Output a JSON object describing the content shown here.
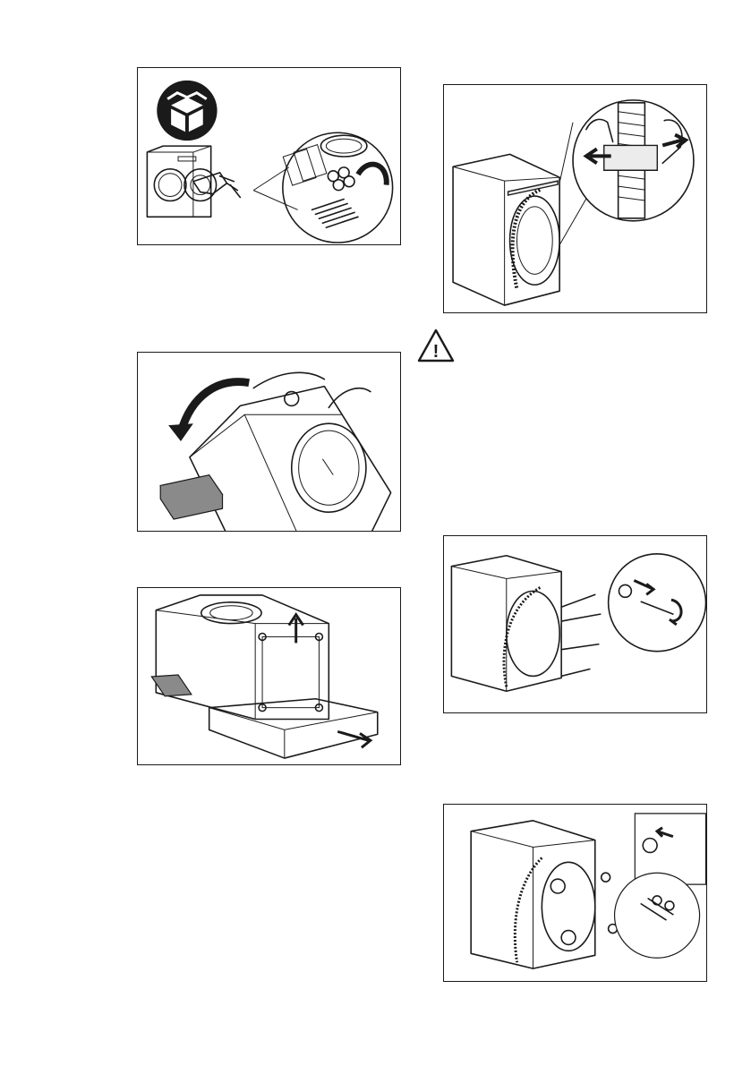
{
  "page": {
    "background": "#ffffff",
    "line_color": "#1a1a1a"
  },
  "illustrations": [
    {
      "id": "unpack-accessories",
      "icon": "open-box-icon"
    },
    {
      "id": "hose-clip-removal",
      "icon": "hose-clip-icon"
    },
    {
      "id": "tilt-machine-back",
      "icon": "rotate-arrow-icon"
    },
    {
      "id": "remove-base-packaging",
      "icon": "lift-arrow-icon"
    },
    {
      "id": "remove-transit-bolts",
      "icon": "wrench-rotate-icon"
    },
    {
      "id": "insert-plastic-caps",
      "icon": "plastic-cap-icon"
    }
  ],
  "warning": {
    "icon": "warning-triangle-icon",
    "symbol": "!"
  }
}
